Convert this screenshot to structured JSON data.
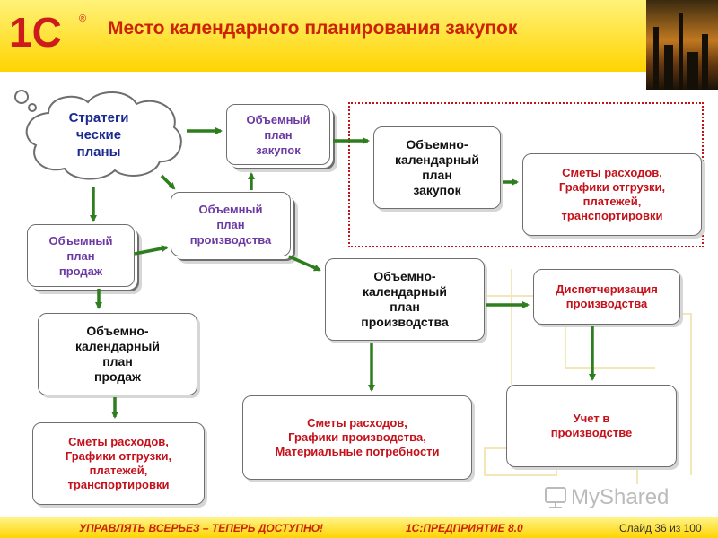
{
  "header": {
    "logo_text": "1С",
    "logo_mark": "®",
    "title": "Место календарного планирования закупок"
  },
  "diagram": {
    "strategic_plans": "Стратеги\nческие\nпланы",
    "volume_purchase_plan": "Объемный\nплан\nзакупок",
    "volume_production_plan": "Объемный\nплан\nпроизводства",
    "volume_sales_plan": "Объемный\nплан\nпродаж",
    "calendar_purchase_plan": "Объемно-\nкалендарный\nплан\nзакупок",
    "purchase_budgets": "Сметы расходов,\nГрафики отгрузки,\nплатежей,\nтранспортировки",
    "calendar_production_plan": "Объемно-\nкалендарный\nплан\nпроизводства",
    "dispatching": "Диспетчеризация\nпроизводства",
    "calendar_sales_plan": "Объемно-\nкалендарный\nплан\nпродаж",
    "production_budgets": "Сметы расходов,\nГрафики производства,\nМатериальные потребности",
    "production_accounting": "Учет в\nпроизводстве",
    "sales_budgets": "Сметы расходов,\nГрафики отгрузки,\nплатежей,\nтранспортировки"
  },
  "watermark": {
    "text": "MyShared"
  },
  "footer": {
    "slogan": "УПРАВЛЯТЬ ВСЕРЬЕЗ – ТЕПЕРЬ ДОСТУПНО!",
    "product": "1С:ПРЕДПРИЯТИЕ 8.0",
    "slide_counter": "Слайд 36 из 100"
  },
  "colors": {
    "arrow": "#2e7d1e",
    "title": "#cc2200",
    "purple_text": "#6b3aa3",
    "red_text": "#c4111a",
    "cloud_text": "#1b2a8f"
  }
}
